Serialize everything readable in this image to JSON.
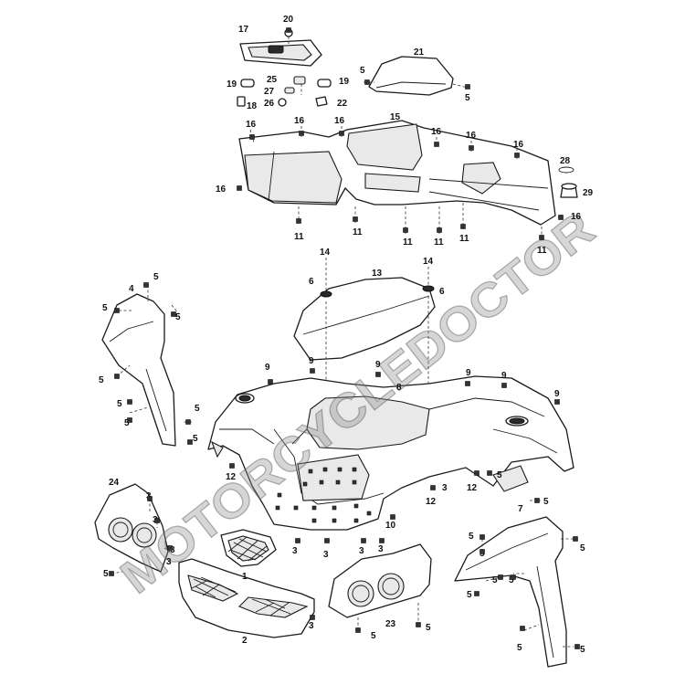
{
  "watermark": "MOTORCYCLEDOCTOR",
  "callouts": {
    "c1": "1",
    "c2": "2",
    "c3": "3",
    "c4": "4",
    "c5": "5",
    "c6": "6",
    "c7": "7",
    "c8": "8",
    "c9": "9",
    "c10": "10",
    "c11": "11",
    "c12": "12",
    "c13": "13",
    "c14": "14",
    "c15": "15",
    "c16": "16",
    "c17": "17",
    "c18": "18",
    "c19": "19",
    "c20": "20",
    "c21": "21",
    "c22": "22",
    "c23": "23",
    "c24": "24",
    "c25": "25",
    "c26": "26",
    "c27": "27",
    "c28": "28",
    "c29": "29"
  }
}
